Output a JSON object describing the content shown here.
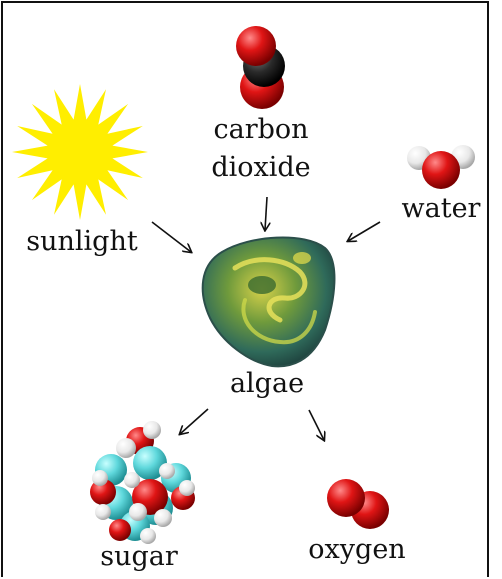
{
  "labels": {
    "carbon_dioxide_line1": "carbon",
    "carbon_dioxide_line2": "dioxide",
    "water": "water",
    "sunlight": "sunlight",
    "algae": "algae",
    "sugar": "sugar",
    "oxygen": "oxygen"
  },
  "icons": {
    "sun": "sun-icon",
    "carbon_dioxide": "carbon-dioxide-molecule-icon",
    "water": "water-molecule-icon",
    "algae": "algae-cell-icon",
    "sugar": "sugar-molecule-icon",
    "oxygen": "oxygen-molecule-icon"
  },
  "colors": {
    "sun": "#ffee00",
    "oxygen_atom": "#dd1111",
    "carbon_atom": "#2a2a2a",
    "hydrogen_atom": "#f2f2f2",
    "sugar_carbon": "#5fd8dc",
    "algae_green": "#5a8a3a"
  }
}
